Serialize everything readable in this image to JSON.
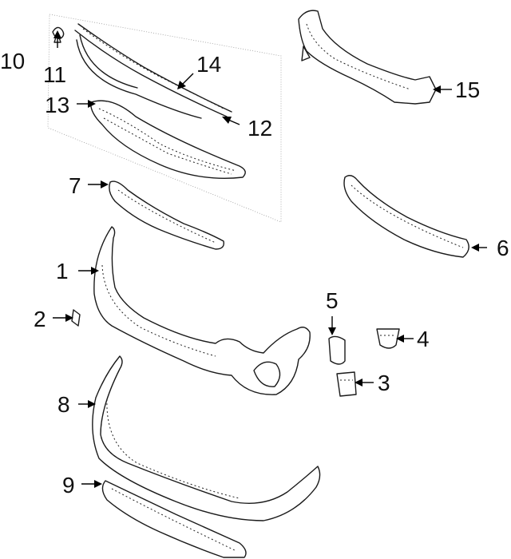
{
  "callouts": [
    {
      "id": "1",
      "label": "1"
    },
    {
      "id": "2",
      "label": "2"
    },
    {
      "id": "3",
      "label": "3"
    },
    {
      "id": "4",
      "label": "4"
    },
    {
      "id": "5",
      "label": "5"
    },
    {
      "id": "6",
      "label": "6"
    },
    {
      "id": "7",
      "label": "7"
    },
    {
      "id": "8",
      "label": "8"
    },
    {
      "id": "9",
      "label": "9"
    },
    {
      "id": "10",
      "label": "10"
    },
    {
      "id": "11",
      "label": "11"
    },
    {
      "id": "12",
      "label": "12"
    },
    {
      "id": "13",
      "label": "13"
    },
    {
      "id": "14",
      "label": "14"
    },
    {
      "id": "15",
      "label": "15"
    }
  ],
  "colors": {
    "line": "#1a1a1a",
    "background": "#ffffff",
    "frame": "#9a9a9a"
  }
}
